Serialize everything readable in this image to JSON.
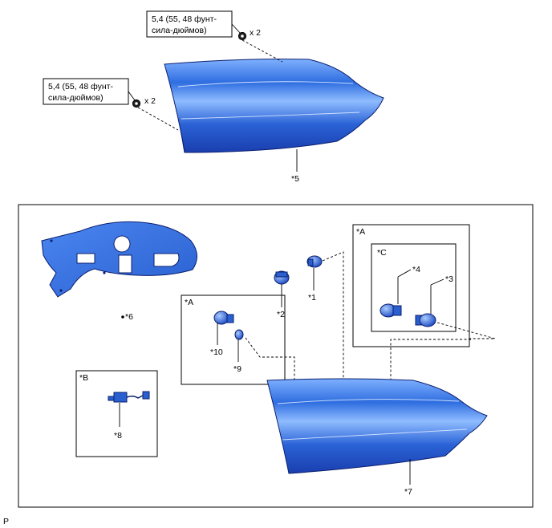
{
  "colors": {
    "part_fill": "#3f7fe8",
    "part_light": "#8ab4f8",
    "part_dark": "#1c3fae",
    "outline": "#0b1f6e"
  },
  "torque": {
    "upper": {
      "line1": "5,4 (55, 48 фунт-",
      "line2": "сила-дюймов)",
      "qty": "x 2"
    },
    "lower": {
      "line1": "5,4 (55, 48 фунт-",
      "line2": "сила-дюймов)",
      "qty": "x 2"
    }
  },
  "labels": {
    "p5": "*5",
    "p6": "*6",
    "p1": "*1",
    "p2": "*2",
    "p3": "*3",
    "p4": "*4",
    "p7": "*7",
    "p8": "*8",
    "p9": "*9",
    "p10": "*10",
    "boxA_left": "*A",
    "boxA_right": "*A",
    "boxB": "*B",
    "boxC": "*C"
  },
  "footer": {
    "code": "P"
  }
}
